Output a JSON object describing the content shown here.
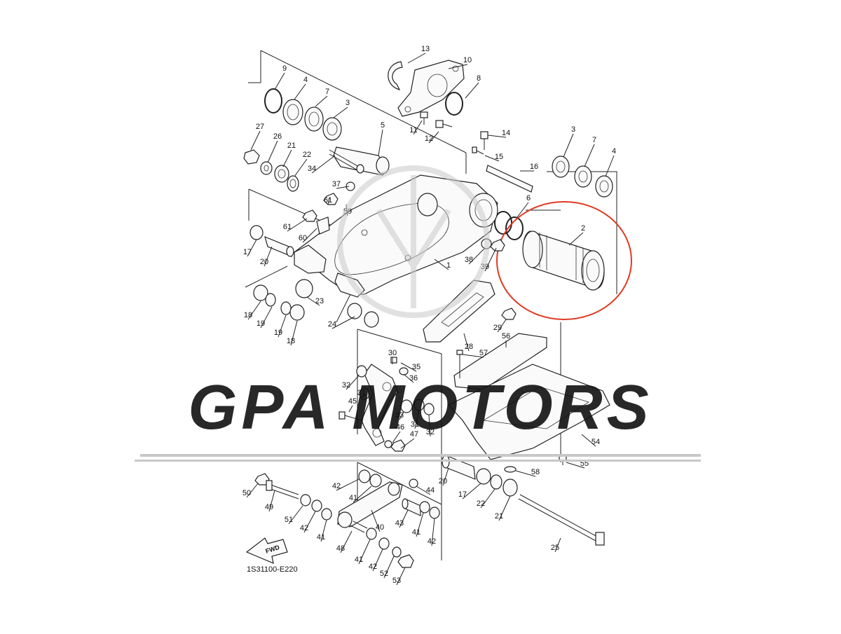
{
  "diagram_code": "1S31100-E220",
  "fwd_label": "FWD",
  "watermark": "GPA MOTORS",
  "highlight_color": "#e03a22",
  "watermark_color": "#c8c8c8",
  "callouts": [
    {
      "n": "13"
    },
    {
      "n": "10"
    },
    {
      "n": "9"
    },
    {
      "n": "8"
    },
    {
      "n": "4"
    },
    {
      "n": "7"
    },
    {
      "n": "3"
    },
    {
      "n": "11"
    },
    {
      "n": "12"
    },
    {
      "n": "5"
    },
    {
      "n": "27"
    },
    {
      "n": "26"
    },
    {
      "n": "21"
    },
    {
      "n": "22"
    },
    {
      "n": "14"
    },
    {
      "n": "15"
    },
    {
      "n": "16"
    },
    {
      "n": "34"
    },
    {
      "n": "37"
    },
    {
      "n": "61"
    },
    {
      "n": "59"
    },
    {
      "n": "3"
    },
    {
      "n": "7"
    },
    {
      "n": "4"
    },
    {
      "n": "6"
    },
    {
      "n": "2"
    },
    {
      "n": "61"
    },
    {
      "n": "60"
    },
    {
      "n": "17"
    },
    {
      "n": "20"
    },
    {
      "n": "38"
    },
    {
      "n": "39"
    },
    {
      "n": "1"
    },
    {
      "n": "23"
    },
    {
      "n": "18"
    },
    {
      "n": "19"
    },
    {
      "n": "19"
    },
    {
      "n": "18"
    },
    {
      "n": "24"
    },
    {
      "n": "29"
    },
    {
      "n": "28"
    },
    {
      "n": "56"
    },
    {
      "n": "57"
    },
    {
      "n": "30"
    },
    {
      "n": "35"
    },
    {
      "n": "36"
    },
    {
      "n": "32"
    },
    {
      "n": "31"
    },
    {
      "n": "45"
    },
    {
      "n": "33"
    },
    {
      "n": "46"
    },
    {
      "n": "31"
    },
    {
      "n": "47"
    },
    {
      "n": "32"
    },
    {
      "n": "54"
    },
    {
      "n": "55"
    },
    {
      "n": "58"
    },
    {
      "n": "20"
    },
    {
      "n": "17"
    },
    {
      "n": "22"
    },
    {
      "n": "21"
    },
    {
      "n": "42"
    },
    {
      "n": "41"
    },
    {
      "n": "44"
    },
    {
      "n": "50"
    },
    {
      "n": "49"
    },
    {
      "n": "51"
    },
    {
      "n": "42"
    },
    {
      "n": "41"
    },
    {
      "n": "40"
    },
    {
      "n": "43"
    },
    {
      "n": "41"
    },
    {
      "n": "42"
    },
    {
      "n": "48"
    },
    {
      "n": "41"
    },
    {
      "n": "42"
    },
    {
      "n": "52"
    },
    {
      "n": "53"
    },
    {
      "n": "25"
    }
  ]
}
